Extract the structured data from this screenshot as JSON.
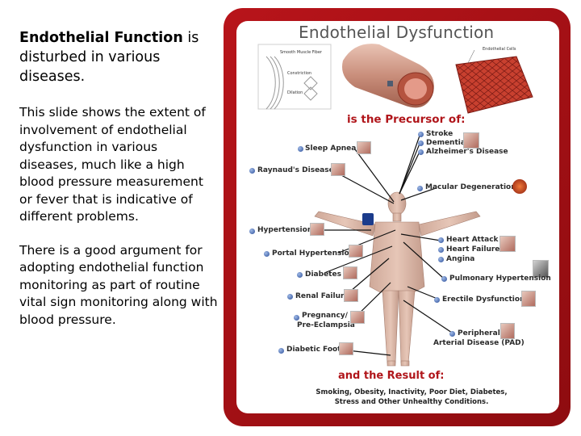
{
  "left": {
    "p1_bold": "Endothelial Function",
    "p1_rest": " is disturbed in various diseases.",
    "p2": "This slide shows the extent of involvement of endothelial dysfunction in various diseases, much like a high blood pressure measurement or fever that is indicative of different problems.",
    "p3": "There is a good argument for adopting endothelial function monitoring as part of routine vital sign monitoring along with blood pressure."
  },
  "poster": {
    "title": "Endothelial Dysfunction",
    "precursor": "is the Precursor of:",
    "result_heading": "and the Result of:",
    "result_line1": "Smoking, Obesity, Inactivity, Poor Diet, Diabetes,",
    "result_line2": "Stress and Other Unhealthy Conditions.",
    "inset_smooth": "Smooth Muscle Fiber",
    "inset_constriction": "Constriction",
    "inset_dilation": "Dilation",
    "inset_cells": "Endothelial Cells",
    "labels_left": [
      "Sleep Apnea",
      "Raynaud's Disease",
      "Hypertension",
      "Portal Hypertension",
      "Diabetes",
      "Renal Failure",
      "Pregnancy/",
      "Pre-Eclampsia",
      "Diabetic Foot"
    ],
    "labels_right": [
      "Stroke",
      "Dementia",
      "Alzheimer's Disease",
      "Macular Degeneration",
      "Heart Attack",
      "Heart Failure",
      "Angina",
      "Pulmonary Hypertension",
      "Erectile Dysfunction",
      "Peripheral",
      "Arterial Disease (PAD)"
    ]
  }
}
